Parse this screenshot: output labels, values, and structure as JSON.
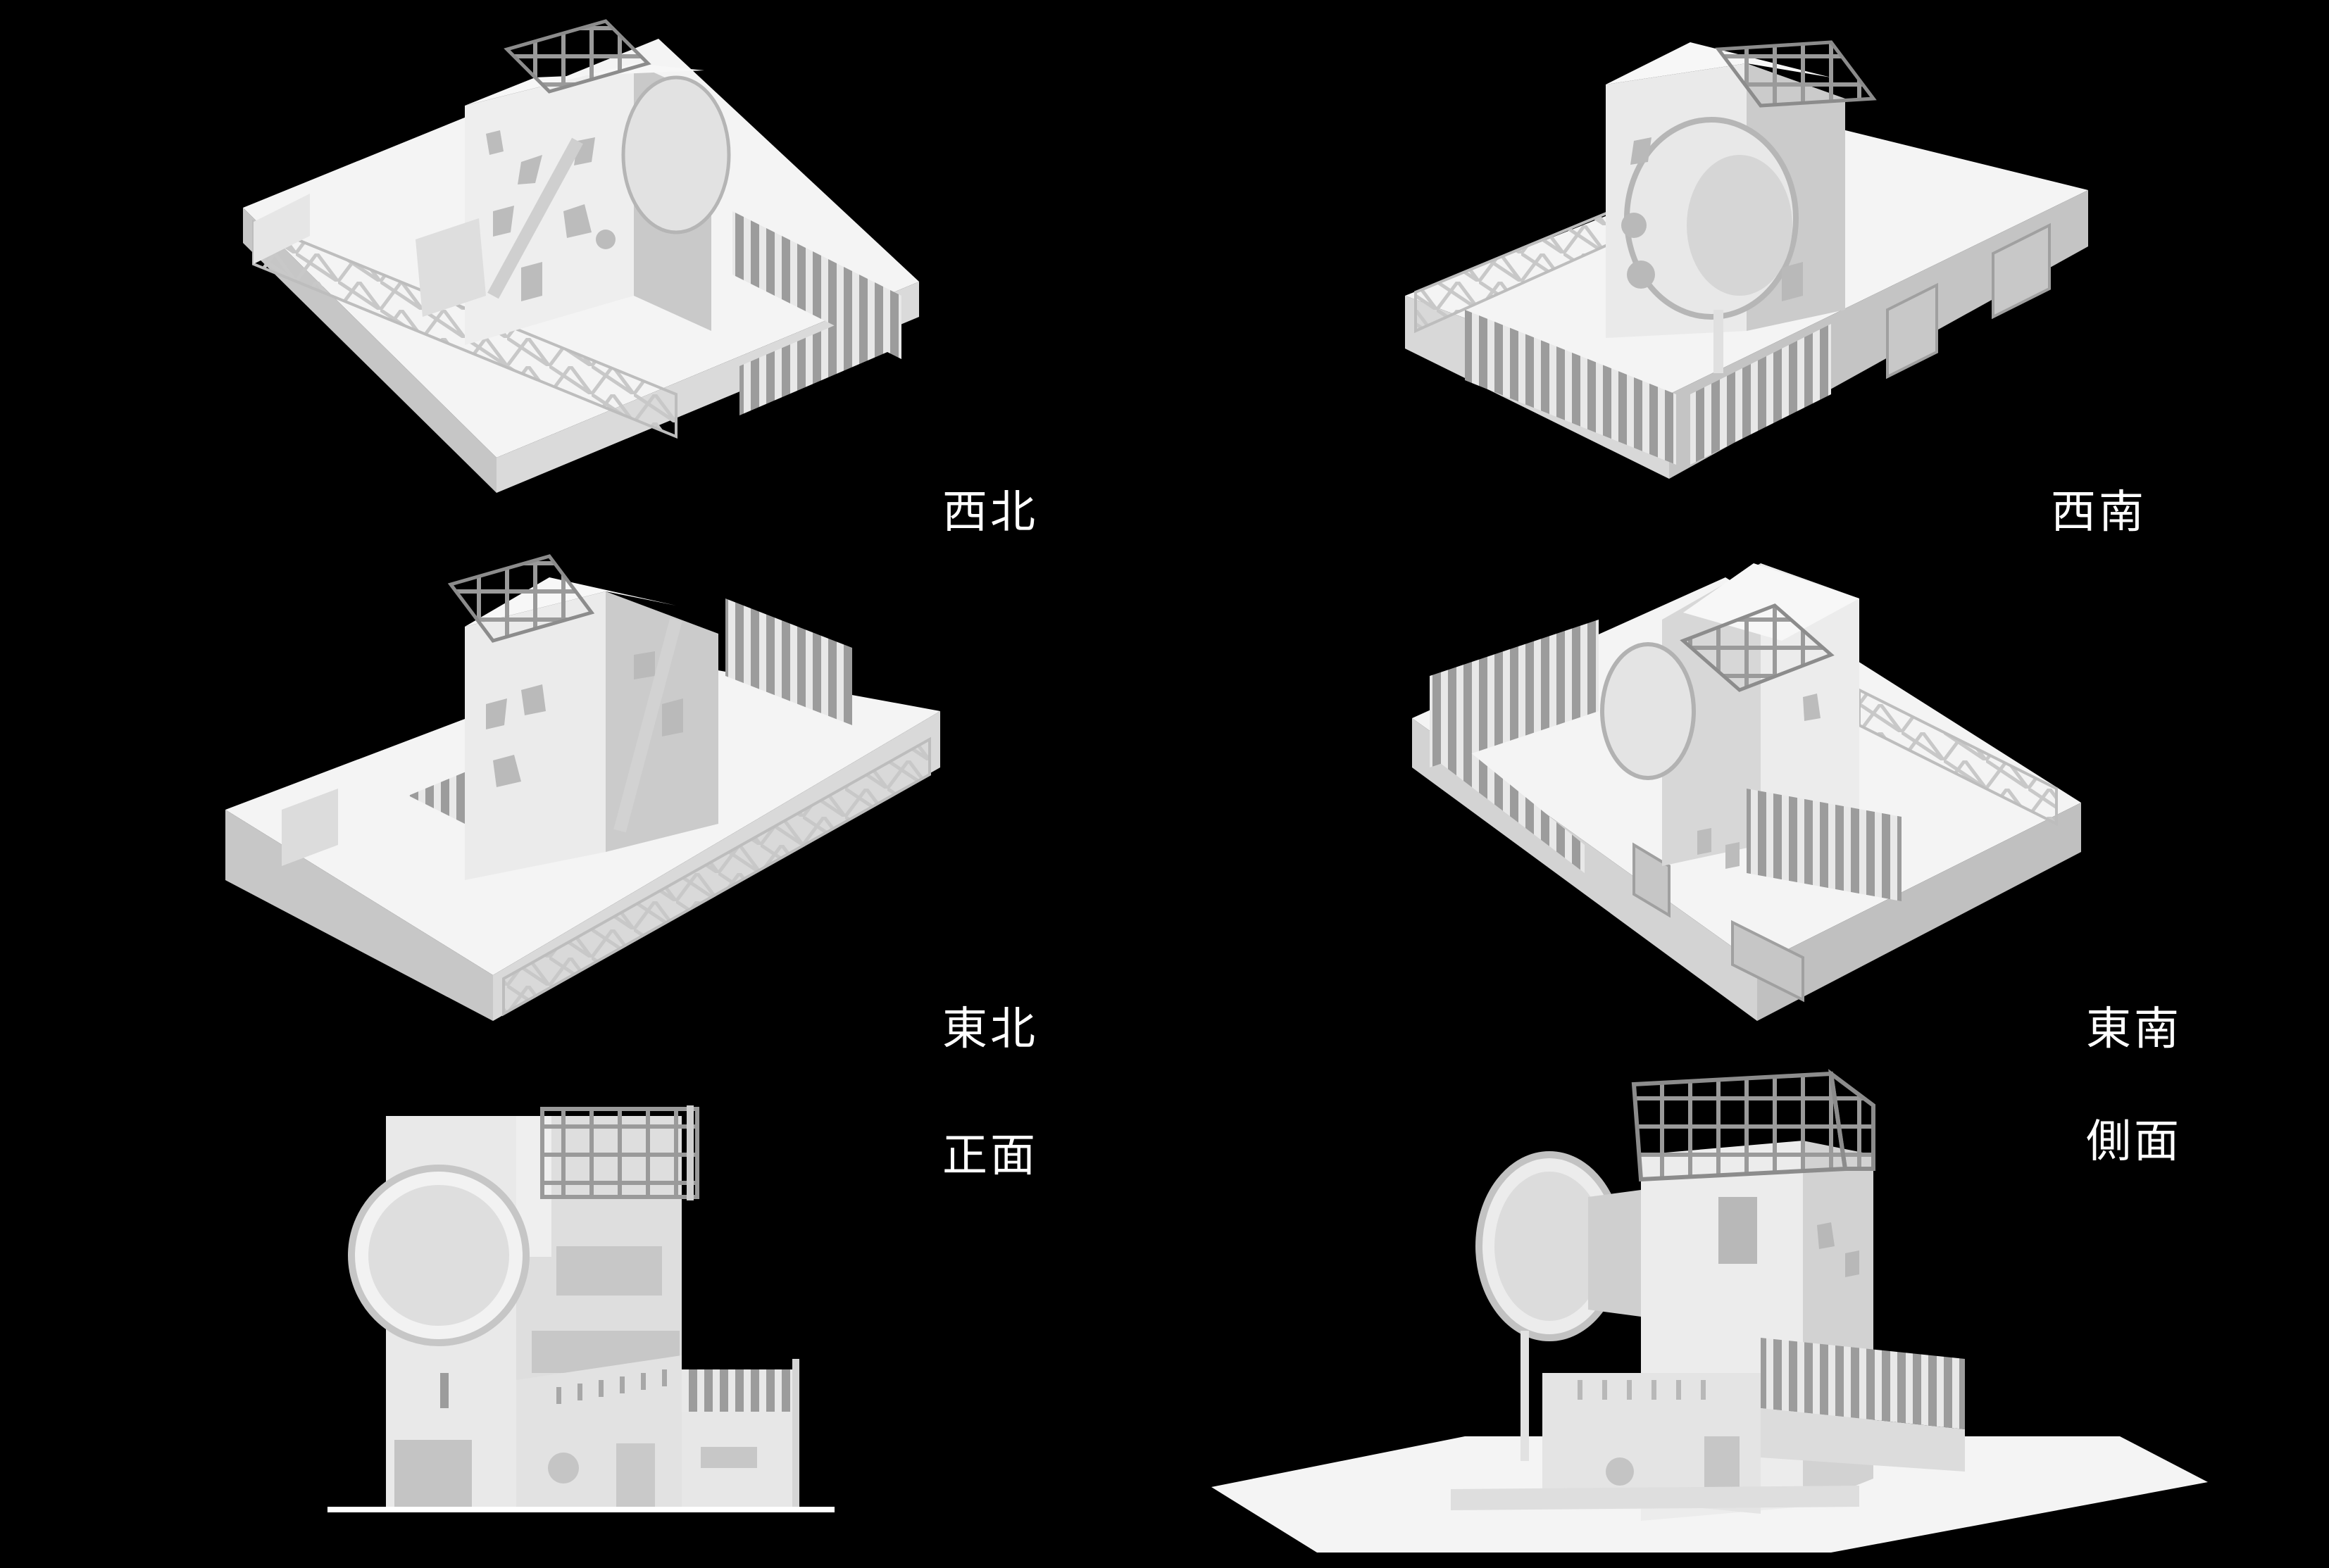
{
  "views": {
    "northwest": "西北",
    "southwest": "西南",
    "northeast": "東北",
    "southeast": "東南",
    "front": "正面",
    "side": "側面"
  },
  "colors": {
    "background": "#000000",
    "model_light": "#f4f4f4",
    "model_mid": "#dcdcdc",
    "model_shade": "#b4b4b4",
    "model_dark": "#8c8c8c",
    "label_text": "#ffffff"
  }
}
